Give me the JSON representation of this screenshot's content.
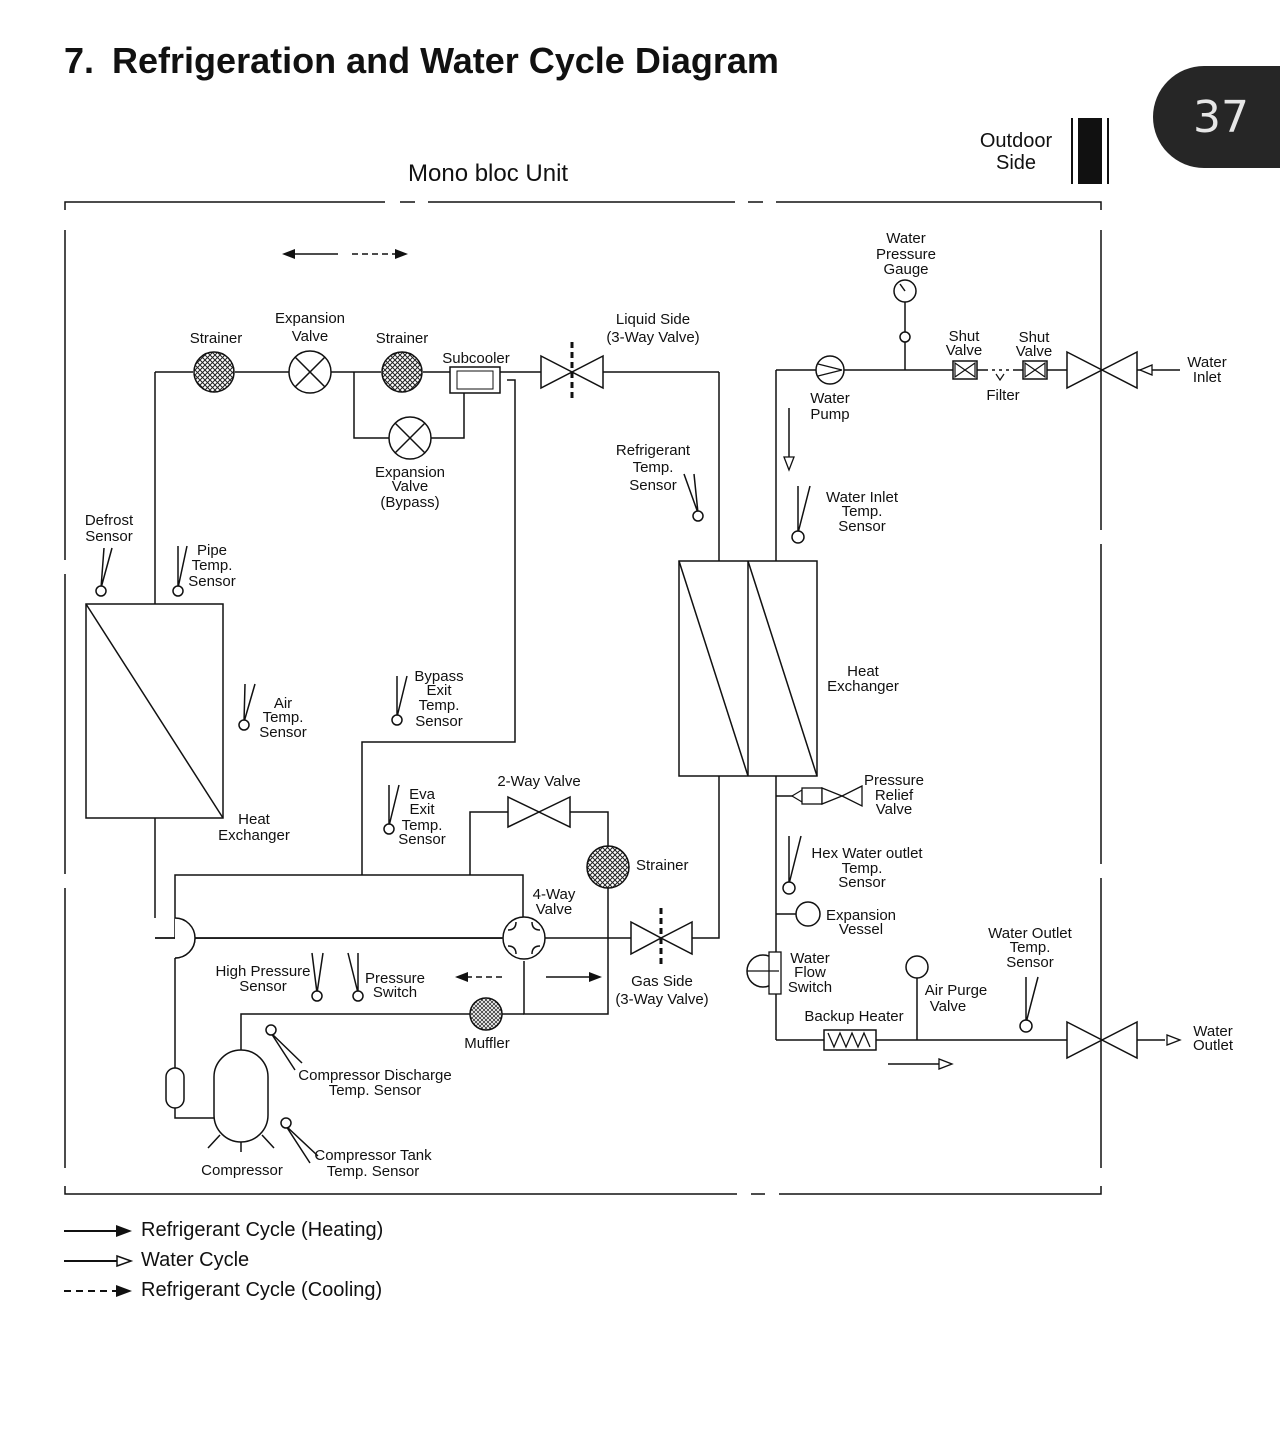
{
  "page": {
    "section_number": "7.",
    "title": "Refrigeration and Water Cycle Diagram",
    "page_number": "37"
  },
  "header": {
    "outdoor_side_line1": "Outdoor",
    "outdoor_side_line2": "Side",
    "unit_title": "Mono bloc Unit"
  },
  "labels": {
    "strainer_1": "Strainer",
    "expansion_valve_1": "Expansion",
    "expansion_valve_2": "Valve",
    "strainer_2": "Strainer",
    "subcooler": "Subcooler",
    "liquid_side_1": "Liquid Side",
    "liquid_side_2": "(3-Way Valve)",
    "water_pressure_gauge_1": "Water",
    "water_pressure_gauge_2": "Pressure",
    "water_pressure_gauge_3": "Gauge",
    "shut_valve_a_1": "Shut",
    "shut_valve_a_2": "Valve",
    "shut_valve_b_1": "Shut",
    "shut_valve_b_2": "Valve",
    "filter": "Filter",
    "water_inlet_1": "Water",
    "water_inlet_2": "Inlet",
    "water_pump_1": "Water",
    "water_pump_2": "Pump",
    "bypass_valve_1": "Expansion",
    "bypass_valve_2": "Valve",
    "bypass_valve_3": "(Bypass)",
    "refrigerant_sensor_1": "Refrigerant",
    "refrigerant_sensor_2": "Temp.",
    "refrigerant_sensor_3": "Sensor",
    "water_inlet_sensor_1": "Water Inlet",
    "water_inlet_sensor_2": "Temp.",
    "water_inlet_sensor_3": "Sensor",
    "defrost_sensor_1": "Defrost",
    "defrost_sensor_2": "Sensor",
    "pipe_sensor_1": "Pipe",
    "pipe_sensor_2": "Temp.",
    "pipe_sensor_3": "Sensor",
    "plate_hex_1": "Heat",
    "plate_hex_2": "Exchanger",
    "bypass_exit_1": "Bypass",
    "bypass_exit_2": "Exit",
    "bypass_exit_3": "Temp.",
    "bypass_exit_4": "Sensor",
    "air_sensor_1": "Air",
    "air_sensor_2": "Temp.",
    "air_sensor_3": "Sensor",
    "pressure_relief_1": "Pressure",
    "pressure_relief_2": "Relief",
    "pressure_relief_3": "Valve",
    "two_way_valve": "2-Way Valve",
    "eva_exit_1": "Eva",
    "eva_exit_2": "Exit",
    "eva_exit_3": "Temp.",
    "eva_exit_4": "Sensor",
    "air_hex_1": "Heat",
    "air_hex_2": "Exchanger",
    "hex_water_outlet_1": "Hex Water outlet",
    "hex_water_outlet_2": "Temp.",
    "hex_water_outlet_3": "Sensor",
    "strainer_3": "Strainer",
    "four_way_1": "4-Way",
    "four_way_2": "Valve",
    "expansion_vessel_1": "Expansion",
    "expansion_vessel_2": "Vessel",
    "water_outlet_sensor_1": "Water Outlet",
    "water_outlet_sensor_2": "Temp.",
    "water_outlet_sensor_3": "Sensor",
    "high_pressure_1": "High Pressure",
    "high_pressure_2": "Sensor",
    "pressure_switch_1": "Pressure",
    "pressure_switch_2": "Switch",
    "gas_side_1": "Gas Side",
    "gas_side_2": "(3-Way Valve)",
    "water_flow_1": "Water",
    "water_flow_2": "Flow",
    "water_flow_3": "Switch",
    "air_purge_1": "Air Purge",
    "air_purge_2": "Valve",
    "backup_heater": "Backup Heater",
    "water_outlet_1": "Water",
    "water_outlet_2": "Outlet",
    "muffler": "Muffler",
    "comp_discharge_1": "Compressor Discharge",
    "comp_discharge_2": "Temp. Sensor",
    "comp_tank_1": "Compressor Tank",
    "comp_tank_2": "Temp. Sensor",
    "compressor": "Compressor"
  },
  "legend": [
    {
      "label": "Refrigerant Cycle (Heating)",
      "line": "solid",
      "head": "filled"
    },
    {
      "label": "Water Cycle",
      "line": "solid",
      "head": "open"
    },
    {
      "label": "Refrigerant Cycle (Cooling)",
      "line": "dashed",
      "head": "filled"
    }
  ]
}
